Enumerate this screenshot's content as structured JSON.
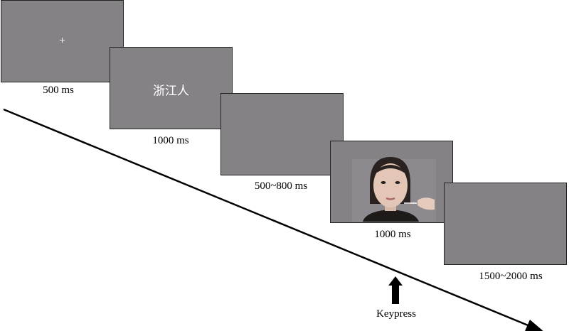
{
  "frames": [
    {
      "stimulus": "+",
      "duration": "500 ms"
    },
    {
      "stimulus": "浙江人",
      "duration": "1000 ms"
    },
    {
      "stimulus": "",
      "duration": "500~800 ms"
    },
    {
      "stimulus": "face-touch-photo",
      "duration": "1000 ms"
    },
    {
      "stimulus": "",
      "duration": "1500~2000 ms"
    }
  ],
  "response": {
    "label": "Keypress"
  },
  "colors": {
    "screen": "#858285",
    "line": "#000000"
  }
}
